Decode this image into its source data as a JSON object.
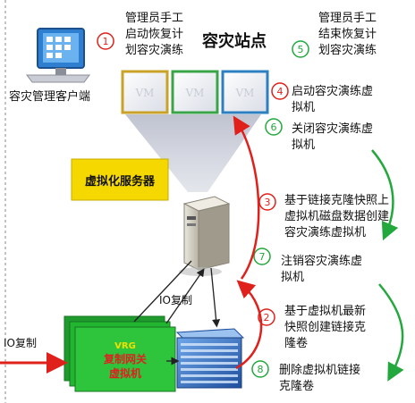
{
  "title": "容灾站点",
  "client_label": "容灾管理客户端",
  "server_label": "虚拟化服务器",
  "vrg_lines": [
    "VRG",
    "复制网关",
    "虚拟机"
  ],
  "vm_label": "VM",
  "io_copy_left": "IO复制",
  "io_copy_mid": "IO复制",
  "steps": [
    {
      "num": "1",
      "lines": [
        "管理员手工",
        "启动恢复计",
        "划容灾演练"
      ]
    },
    {
      "num": "2",
      "lines": [
        "基于虚拟机最新",
        "快照创建链接克",
        "隆卷"
      ]
    },
    {
      "num": "3",
      "lines": [
        "基于链接克隆快照上",
        "虚拟机磁盘数据创建",
        "容灾演练虚拟机"
      ]
    },
    {
      "num": "4",
      "lines": [
        "启动容灾演练虚",
        "拟机"
      ]
    },
    {
      "num": "5",
      "lines": [
        "管理员手工",
        "结束恢复计",
        "划容灾演练"
      ]
    },
    {
      "num": "6",
      "lines": [
        "关闭容灾演练虚",
        "拟机"
      ]
    },
    {
      "num": "7",
      "lines": [
        "注销容灾演练虚",
        "拟机"
      ]
    },
    {
      "num": "8",
      "lines": [
        "删除虚拟机链接",
        "克隆卷"
      ]
    }
  ],
  "colors": {
    "red": "#e0201b",
    "green": "#22a83c",
    "vm_border_gold": "#c9a227",
    "vm_border_green": "#3aa548",
    "vm_border_blue": "#2c7fc1",
    "server_box": "#f5d800",
    "vrg_box": "#22b530"
  }
}
